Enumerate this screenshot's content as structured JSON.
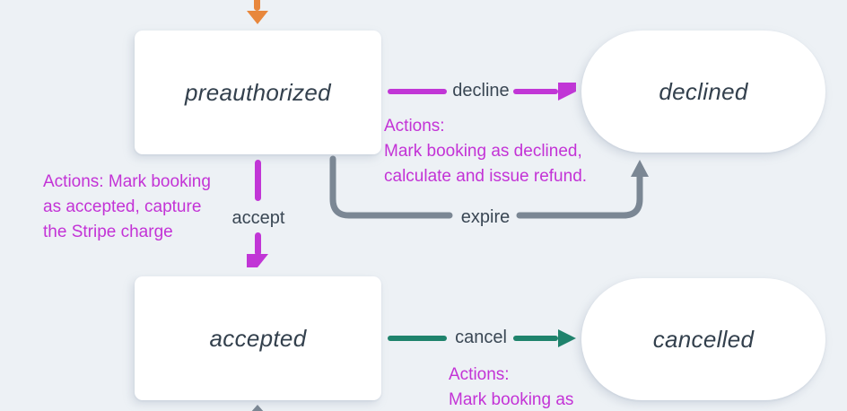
{
  "diagram": {
    "description": "Booking state machine diagram",
    "colors": {
      "background": "#edf1f5",
      "node_fill": "#ffffff",
      "node_text": "#33404d",
      "transition_label_text": "#3a4754",
      "magenta": "#c136d6",
      "orange": "#e8873c",
      "teal": "#1f836c",
      "gray": "#7b8794"
    },
    "nodes": [
      {
        "id": "preauthorized",
        "label": "preauthorized",
        "shape": "rectangle"
      },
      {
        "id": "declined",
        "label": "declined",
        "shape": "pill"
      },
      {
        "id": "accepted",
        "label": "accepted",
        "shape": "rectangle"
      },
      {
        "id": "cancelled",
        "label": "cancelled",
        "shape": "pill"
      }
    ],
    "transitions": [
      {
        "id": "start",
        "label": "",
        "color": "#e8873c",
        "from": "",
        "to": "preauthorized"
      },
      {
        "id": "decline",
        "label": "decline",
        "color": "#c136d6",
        "from": "preauthorized",
        "to": "declined"
      },
      {
        "id": "accept",
        "label": "accept",
        "color": "#c136d6",
        "from": "preauthorized",
        "to": "accepted"
      },
      {
        "id": "expire",
        "label": "expire",
        "color": "#7b8794",
        "from": "preauthorized",
        "to": "declined"
      },
      {
        "id": "cancel",
        "label": "cancel",
        "color": "#1f836c",
        "from": "accepted",
        "to": "cancelled"
      }
    ],
    "annotations": [
      {
        "id": "decline-actions",
        "lines": [
          "Actions:",
          "Mark booking as declined,",
          "calculate and issue refund."
        ]
      },
      {
        "id": "accept-actions",
        "lines": [
          "Actions: Mark booking",
          "as accepted, capture",
          "the Stripe charge"
        ]
      },
      {
        "id": "cancel-actions",
        "lines": [
          "Actions:",
          "Mark booking as"
        ]
      }
    ]
  }
}
